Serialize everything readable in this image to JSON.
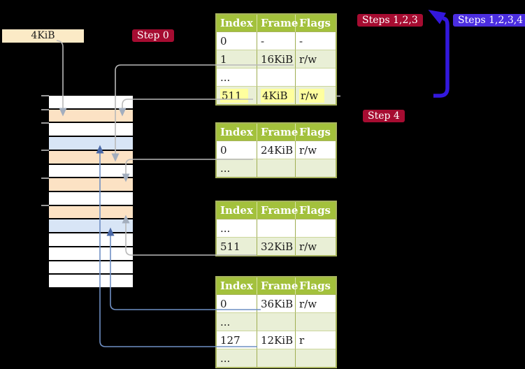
{
  "frame_label": {
    "text": "4KiB"
  },
  "badges": {
    "step0": {
      "label": "Step 0"
    },
    "steps123": {
      "label": "Steps 1,2,3"
    },
    "steps1234": {
      "label": "Steps 1,2,3,4"
    },
    "step4": {
      "label": "Step 4"
    }
  },
  "memory": {
    "rows": [
      "white",
      "orange",
      "white",
      "blue",
      "orange",
      "white",
      "orange",
      "white",
      "orange",
      "blue",
      "white",
      "white",
      "white",
      "white"
    ]
  },
  "tables": {
    "headers": [
      "Index",
      "Frame",
      "Flags"
    ],
    "table1": {
      "rows": [
        {
          "cells": [
            "0",
            "-",
            "-"
          ]
        },
        {
          "cells": [
            "1",
            "16KiB",
            "r/w"
          ]
        },
        {
          "cells": [
            "...",
            "",
            ""
          ]
        },
        {
          "cells": [
            "511",
            "4KiB",
            "r/w"
          ],
          "highlight": true
        }
      ]
    },
    "table2": {
      "rows": [
        {
          "cells": [
            "0",
            "24KiB",
            "r/w"
          ]
        },
        {
          "cells": [
            "...",
            "",
            ""
          ]
        }
      ]
    },
    "table3": {
      "rows": [
        {
          "cells": [
            "...",
            "",
            ""
          ]
        },
        {
          "cells": [
            "511",
            "32KiB",
            "r/w"
          ]
        }
      ]
    },
    "table4": {
      "rows": [
        {
          "cells": [
            "0",
            "36KiB",
            "r/w"
          ]
        },
        {
          "cells": [
            "...",
            "",
            ""
          ]
        },
        {
          "cells": [
            "127",
            "12KiB",
            "r"
          ]
        },
        {
          "cells": [
            "...",
            "",
            ""
          ]
        }
      ]
    }
  },
  "colors": {
    "background": "#000000",
    "badge_red": "#a60c31",
    "badge_blue": "#4b2ee0",
    "big_arrow_blue": "#3318dd",
    "table_header_green": "#a3c13c",
    "table_row_green": "#e9efd6",
    "highlight_yellow": "#ffff9e",
    "mem_orange": "#fce2c4",
    "mem_blue": "#d8e5f6",
    "wheat_box": "#fbeac6",
    "line_gray": "#b9b9b9",
    "line_blue": "#6f8fc4",
    "arrow_blue": "#4a69a8"
  }
}
